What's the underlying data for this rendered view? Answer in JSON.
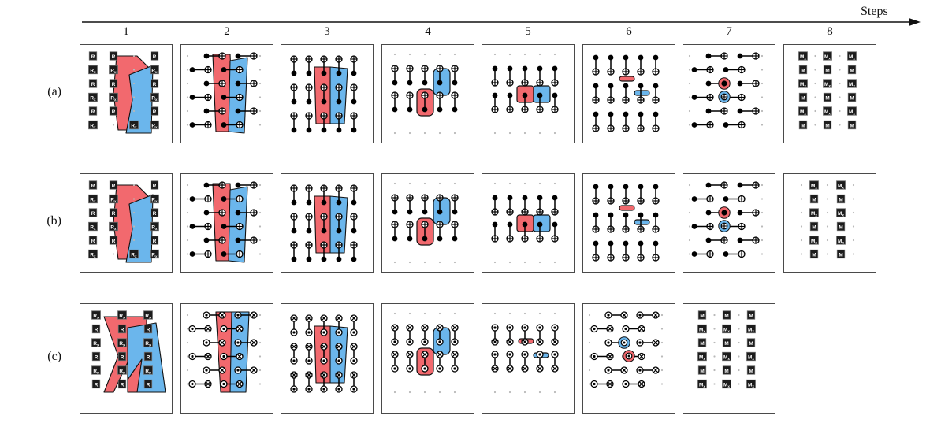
{
  "figure": {
    "axis_label": "Steps",
    "step_numbers": [
      "1",
      "2",
      "3",
      "4",
      "5",
      "6",
      "7",
      "8"
    ],
    "row_labels": [
      "(a)",
      "(b)",
      "(c)"
    ],
    "colors": {
      "red": "#f2696e",
      "blue": "#6bb6ec",
      "gate_fill": "#1c1c1c",
      "gate_text": "#ffffff",
      "node": "#000000",
      "empty_site": "#b9b9b9",
      "panel_border": "#4a4a4a",
      "axis": "#111111"
    },
    "gate_labels": {
      "rotation_z": "R",
      "rotation_x": "Rx",
      "measure_z": "M",
      "measure_x": "Mx"
    },
    "node_glyphs": {
      "control": "filled-dot",
      "target": "oplus",
      "control_open": "odot",
      "target_open": "otimes"
    }
  },
  "chart_data": {
    "type": "diagram",
    "title": "Steps",
    "description": "Quantum circuit lattice reduction across 8 steps for three schedules (a), (b), (c). Red and blue highlighted regions shrink from large polygons to single nodes.",
    "rows": [
      {
        "label": "(a)",
        "steps": [
          {
            "step": 1,
            "kind": "gates",
            "cols": 4,
            "rows": 6,
            "labels": [
              [
                "R",
                "R",
                "",
                "R"
              ],
              [
                "Rx",
                "Rx",
                "",
                "Rx"
              ],
              [
                "R",
                "R",
                "",
                "R"
              ],
              [
                "Rx",
                "Rx",
                "",
                "Rx"
              ],
              [
                "R",
                "R",
                "",
                "R"
              ],
              [
                "Rx",
                "",
                "Rx",
                "Rx"
              ]
            ],
            "regions": [
              "red-polygon",
              "blue-polygon"
            ]
          },
          {
            "step": 2,
            "kind": "cnot-horizontal",
            "orientation": "horizontal",
            "regions": [
              "red-band",
              "blue-band"
            ]
          },
          {
            "step": 3,
            "kind": "cnot-vertical",
            "orientation": "vertical-target-top",
            "regions": [
              "red-band",
              "blue-band"
            ]
          },
          {
            "step": 4,
            "kind": "cnot-vertical",
            "orientation": "vertical-target-top",
            "regions": [
              "red-small",
              "blue-small"
            ]
          },
          {
            "step": 5,
            "kind": "cnot-vertical",
            "orientation": "vertical-control-top",
            "regions": [
              "red-square",
              "blue-square"
            ]
          },
          {
            "step": 6,
            "kind": "cnot-vertical",
            "orientation": "vertical-control-top",
            "regions": [
              "red-pill",
              "blue-pill"
            ]
          },
          {
            "step": 7,
            "kind": "cnot-horizontal",
            "orientation": "horizontal",
            "regions": [
              "red-ring-control",
              "blue-ring-target"
            ]
          },
          {
            "step": 8,
            "kind": "measure",
            "cols": 3,
            "rows": 6,
            "labels": [
              [
                "Mx",
                "Mx",
                "Mx"
              ],
              [
                "M",
                "M",
                "M"
              ],
              [
                "Mx",
                "Mx",
                "Mx"
              ],
              [
                "M",
                "M",
                "M"
              ],
              [
                "Mx",
                "Mx",
                "Mx"
              ],
              [
                "M",
                "M",
                "M"
              ]
            ]
          }
        ]
      },
      {
        "label": "(b)",
        "steps": [
          {
            "step": 1,
            "kind": "gates",
            "cols": 4,
            "rows": 6,
            "labels": [
              [
                "R",
                "R",
                "",
                "R"
              ],
              [
                "Rx",
                "Rx",
                "",
                "Rx"
              ],
              [
                "R",
                "R",
                "",
                "R"
              ],
              [
                "Rx",
                "Rx",
                "",
                "Rx"
              ],
              [
                "R",
                "R",
                "",
                "R"
              ],
              [
                "Rx",
                "",
                "Rx",
                "Rx"
              ]
            ],
            "regions": [
              "red-polygon",
              "blue-polygon"
            ]
          },
          {
            "step": 2,
            "kind": "cnot-horizontal",
            "orientation": "horizontal",
            "regions": [
              "red-band",
              "blue-band"
            ]
          },
          {
            "step": 3,
            "kind": "cnot-vertical",
            "orientation": "vertical-target-top",
            "regions": [
              "red-band",
              "blue-band"
            ]
          },
          {
            "step": 4,
            "kind": "cnot-vertical",
            "orientation": "vertical-target-top",
            "regions": [
              "red-small",
              "blue-small"
            ]
          },
          {
            "step": 5,
            "kind": "cnot-vertical",
            "orientation": "vertical-control-top",
            "regions": [
              "red-square",
              "blue-square"
            ]
          },
          {
            "step": 6,
            "kind": "cnot-vertical",
            "orientation": "vertical-control-top",
            "regions": [
              "red-pill",
              "blue-pill"
            ]
          },
          {
            "step": 7,
            "kind": "cnot-horizontal",
            "orientation": "horizontal",
            "regions": [
              "red-ring-control",
              "blue-ring-target"
            ]
          },
          {
            "step": 8,
            "kind": "measure",
            "cols": 2,
            "rows": 6,
            "labels": [
              [
                "Mx",
                "Mx"
              ],
              [
                "M",
                "M"
              ],
              [
                "Mx",
                "Mx"
              ],
              [
                "M",
                "M"
              ],
              [
                "Mx",
                "Mx"
              ],
              [
                "M",
                "M"
              ]
            ]
          }
        ]
      },
      {
        "label": "(c)",
        "steps": [
          {
            "step": 1,
            "kind": "gates",
            "cols": 3,
            "rows": 6,
            "labels": [
              [
                "Rx",
                "Rx",
                "Rx"
              ],
              [
                "R",
                "R",
                "R"
              ],
              [
                "Rx",
                "Rx",
                "Rx"
              ],
              [
                "R",
                "R",
                "R"
              ],
              [
                "Rx",
                "Rx",
                "Rx"
              ],
              [
                "R",
                "R",
                "R"
              ]
            ],
            "regions": [
              "red-polygon",
              "blue-polygon"
            ]
          },
          {
            "step": 2,
            "kind": "cnot-horizontal-open",
            "orientation": "horizontal",
            "regions": [
              "red-band",
              "blue-band"
            ]
          },
          {
            "step": 3,
            "kind": "cnot-vertical-open",
            "orientation": "vertical-target-top",
            "regions": [
              "red-band",
              "blue-band"
            ]
          },
          {
            "step": 4,
            "kind": "cnot-vertical-open",
            "orientation": "vertical-target-top",
            "regions": [
              "red-small",
              "blue-small"
            ]
          },
          {
            "step": 5,
            "kind": "cnot-vertical-open",
            "orientation": "vertical-control-top",
            "regions": [
              "red-pill",
              "blue-pill"
            ]
          },
          {
            "step": 6,
            "kind": "cnot-horizontal-open",
            "orientation": "horizontal",
            "regions": [
              "blue-ring-control",
              "red-ring-control"
            ]
          },
          {
            "step": 7,
            "kind": "measure",
            "cols": 3,
            "rows": 6,
            "labels": [
              [
                "M",
                "M",
                "M"
              ],
              [
                "Mx",
                "Mx",
                "Mx"
              ],
              [
                "M",
                "M",
                "M"
              ],
              [
                "Mx",
                "Mx",
                "Mx"
              ],
              [
                "M",
                "M",
                "M"
              ],
              [
                "Mx",
                "Mx",
                "Mx"
              ]
            ]
          }
        ]
      }
    ]
  }
}
